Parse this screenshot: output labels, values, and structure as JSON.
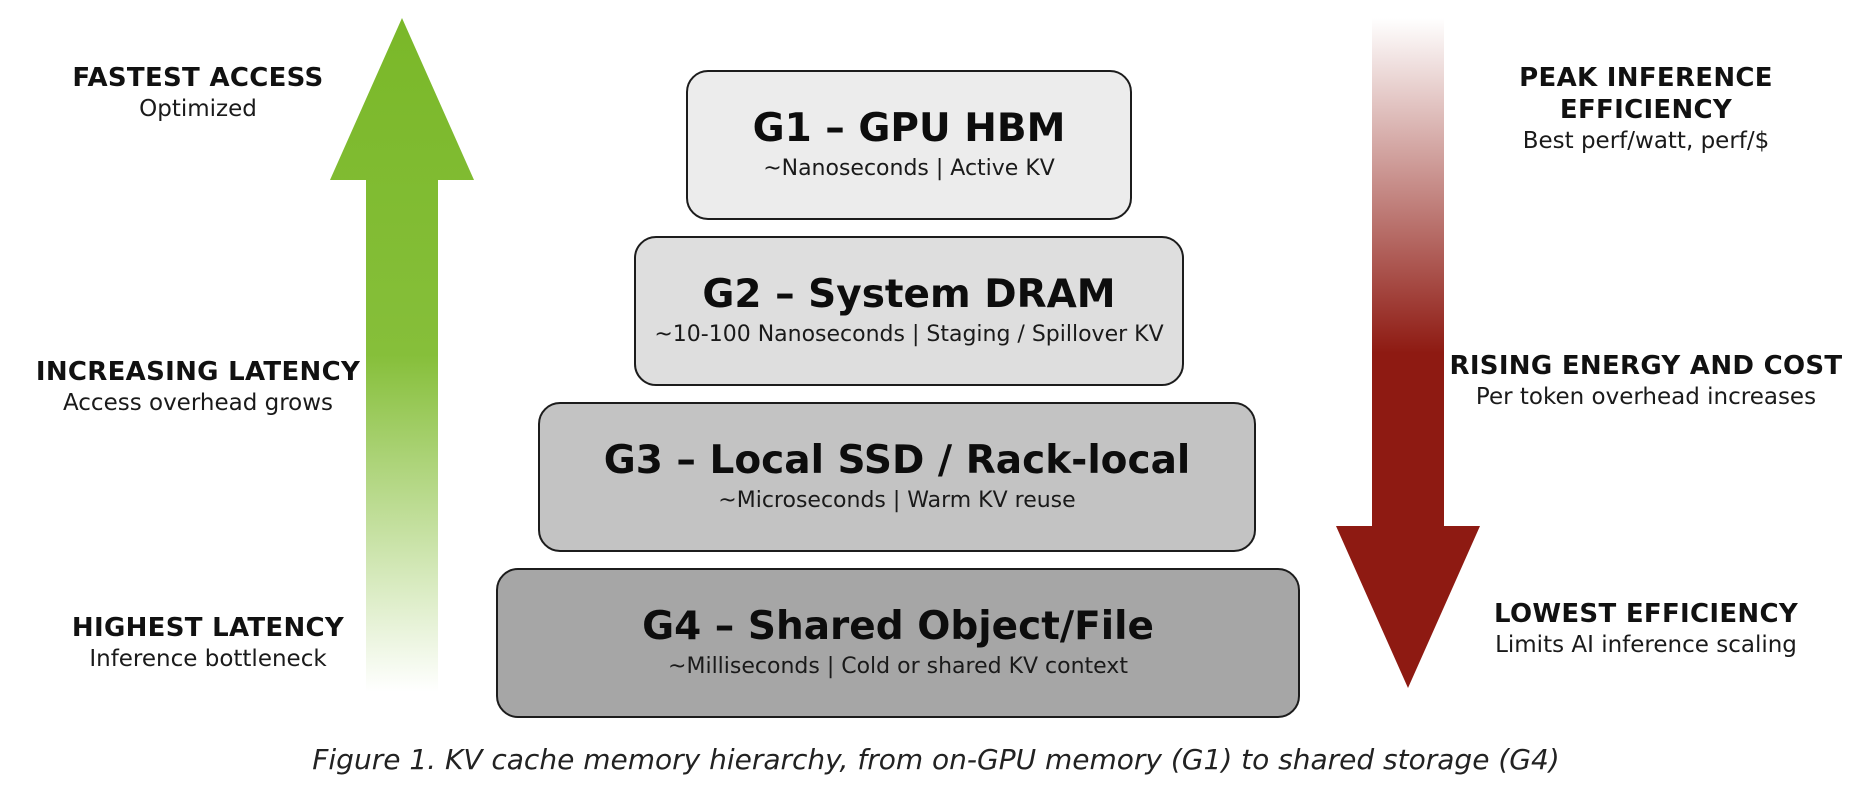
{
  "left_labels": [
    {
      "head": "FASTEST ACCESS",
      "sub": "Optimized"
    },
    {
      "head": "INCREASING LATENCY",
      "sub": "Access overhead grows"
    },
    {
      "head": "HIGHEST LATENCY",
      "sub": "Inference bottleneck"
    }
  ],
  "tiers": [
    {
      "title": "G1 – GPU HBM",
      "sub": "~Nanoseconds | Active KV",
      "color": "#ececec"
    },
    {
      "title": "G2 – System DRAM",
      "sub": "~10-100 Nanoseconds | Staging / Spillover KV",
      "color": "#dedede"
    },
    {
      "title": "G3 – Local SSD / Rack-local",
      "sub": "~Microseconds | Warm KV reuse",
      "color": "#c3c3c3"
    },
    {
      "title": "G4 – Shared Object/File",
      "sub": "~Milliseconds | Cold or shared KV context",
      "color": "#a6a6a6"
    }
  ],
  "right_labels": [
    {
      "head_line1": "PEAK INFERENCE",
      "head_line2": "EFFICIENCY",
      "sub": "Best perf/watt, perf/$"
    },
    {
      "head": "RISING ENERGY AND COST",
      "sub": "Per token overhead increases"
    },
    {
      "head": "LOWEST EFFICIENCY",
      "sub": "Limits AI inference scaling"
    }
  ],
  "arrows": {
    "up": {
      "direction": "up",
      "color_top": "#7ab829",
      "color_bottom": "#ffffff"
    },
    "down": {
      "direction": "down",
      "color_top": "#ffffff",
      "color_bottom": "#8e1a12"
    }
  },
  "caption": "Figure 1. KV cache memory hierarchy, from on-GPU memory (G1) to shared storage (G4)"
}
